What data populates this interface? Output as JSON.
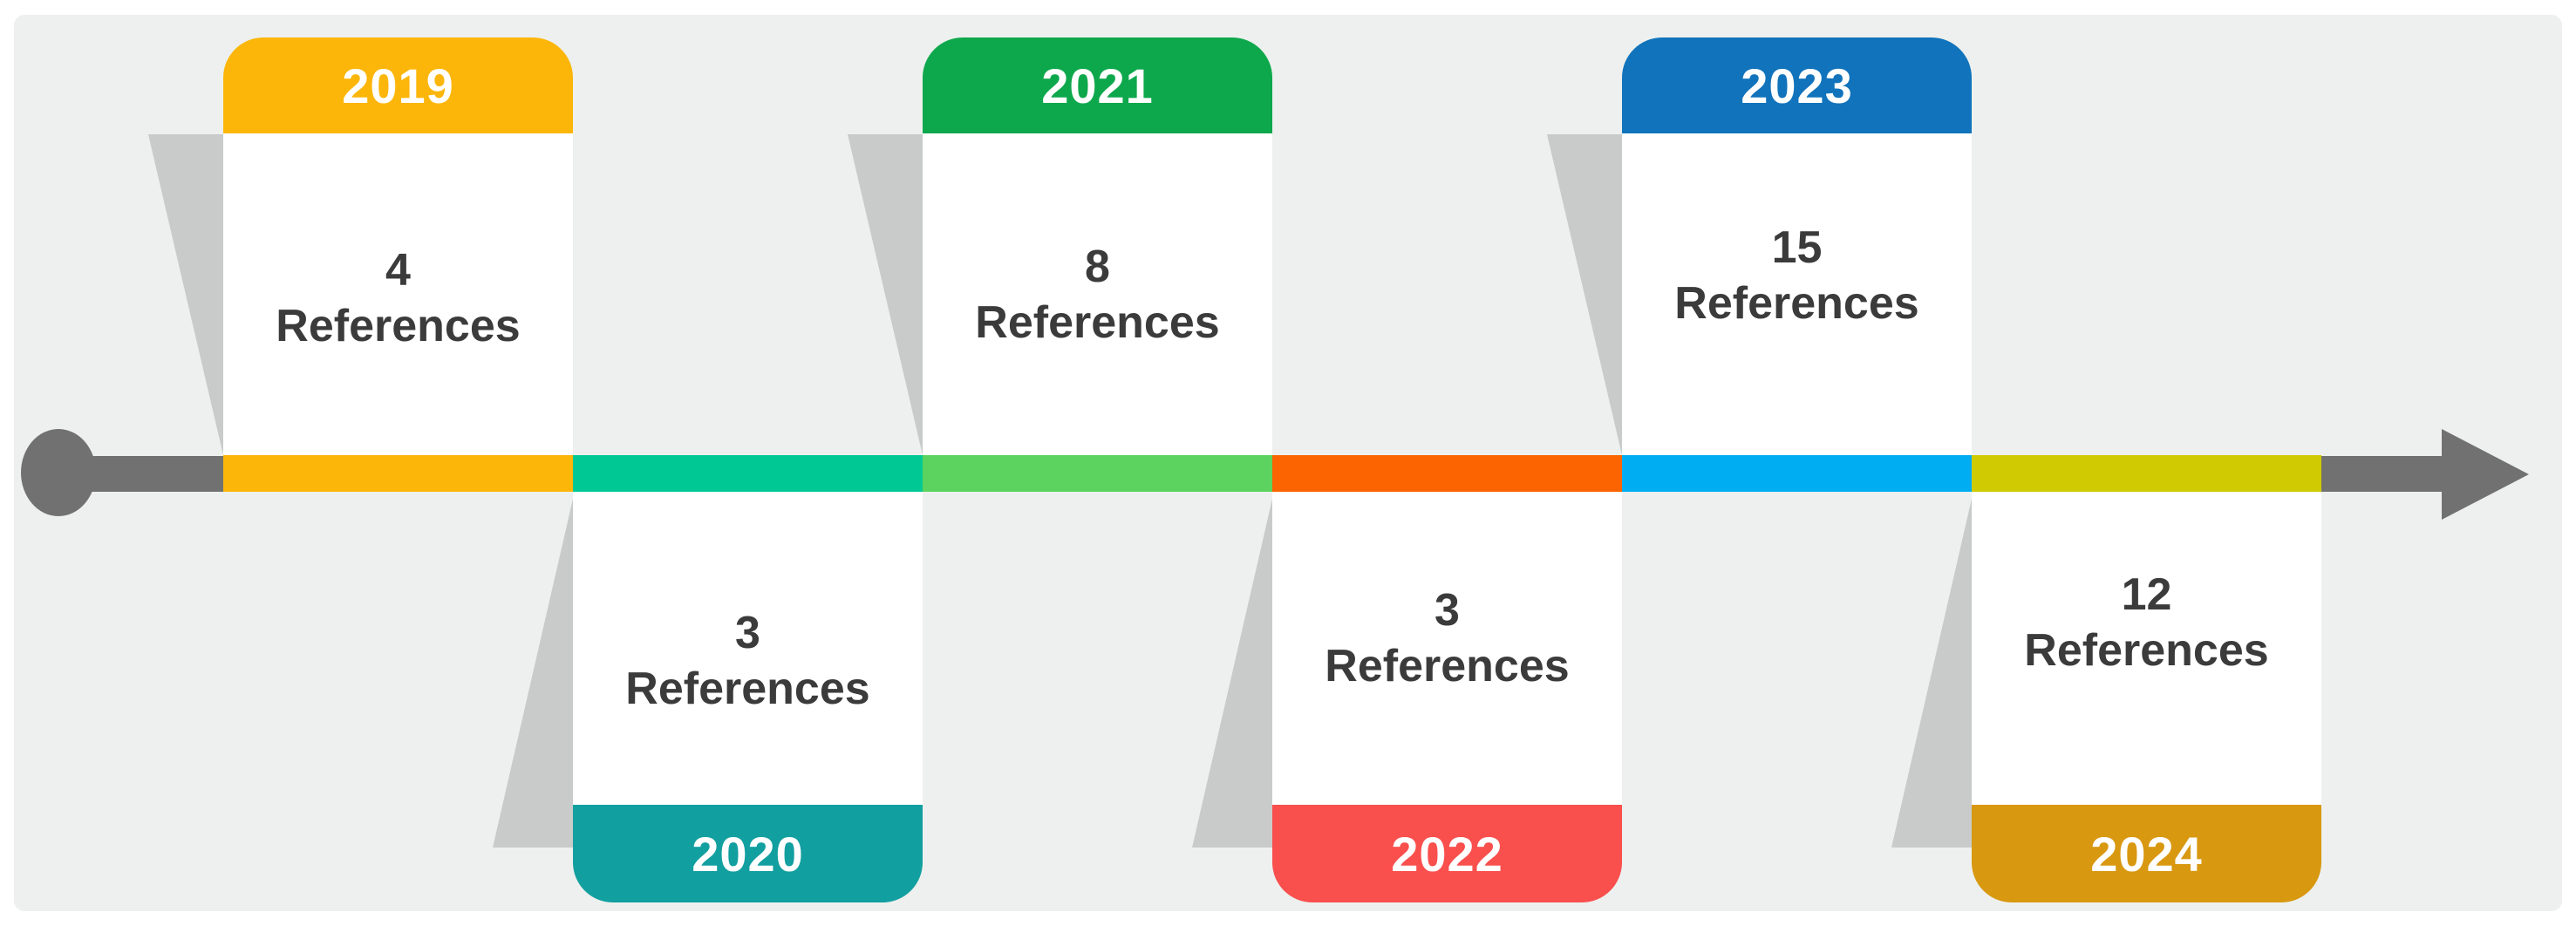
{
  "panel": {
    "background_color": "#EDF0EE"
  },
  "timeline": {
    "axis_color": "#717171",
    "arrow_direction": "right",
    "shadow_color": "#C8CBC9",
    "text_color": "#3B3B3B",
    "entries": [
      {
        "year": "2019",
        "count": "4",
        "label": "References",
        "side": "above",
        "badge_color": "#FCB60A",
        "segment_color": "#FCB60A"
      },
      {
        "year": "2020",
        "count": "3",
        "label": "References",
        "side": "below",
        "badge_color": "#129FA0",
        "segment_color": "#00C894"
      },
      {
        "year": "2021",
        "count": "8",
        "label": "References",
        "side": "above",
        "badge_color": "#0EA84C",
        "segment_color": "#5BD35E"
      },
      {
        "year": "2022",
        "count": "3",
        "label": "References",
        "side": "below",
        "badge_color": "#F94F4D",
        "segment_color": "#FB6400"
      },
      {
        "year": "2023",
        "count": "15",
        "label": "References",
        "side": "above",
        "badge_color": "#1173BB",
        "segment_color": "#00ADF2"
      },
      {
        "year": "2024",
        "count": "12",
        "label": "References",
        "side": "below",
        "badge_color": "#D89810",
        "segment_color": "#CFCA02"
      }
    ]
  },
  "chart_data": {
    "type": "bar",
    "categories": [
      "2019",
      "2020",
      "2021",
      "2022",
      "2023",
      "2024"
    ],
    "values": [
      4,
      3,
      8,
      3,
      15,
      12
    ],
    "title": "",
    "xlabel": "",
    "ylabel": ""
  }
}
